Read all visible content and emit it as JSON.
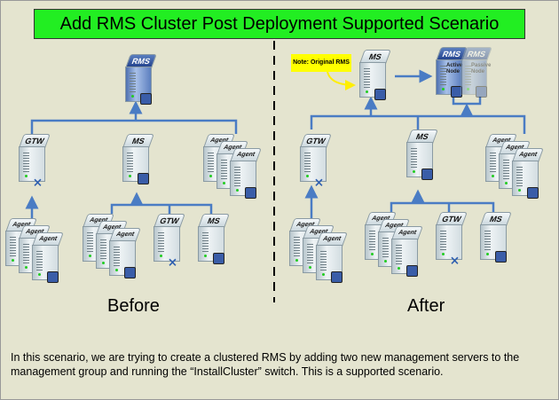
{
  "title": "Add RMS Cluster Post Deployment Supported Scenario",
  "labels": {
    "rms": "RMS",
    "ms": "MS",
    "gtw": "GTW",
    "agent": "Agent",
    "active_node": "Active Node",
    "passive_node": "Passive Node"
  },
  "note": "Note: Original RMS",
  "before_caption": "Before",
  "after_caption": "After",
  "description": "In this scenario, we are trying to create a clustered RMS by adding two new management servers to the management group and running the “InstallCluster” switch.  This is a supported scenario.",
  "colors": {
    "title_bg": "#22ee22",
    "background": "#e4e4cf",
    "connector": "#4a7cc4",
    "note_bg": "#ffff00"
  }
}
